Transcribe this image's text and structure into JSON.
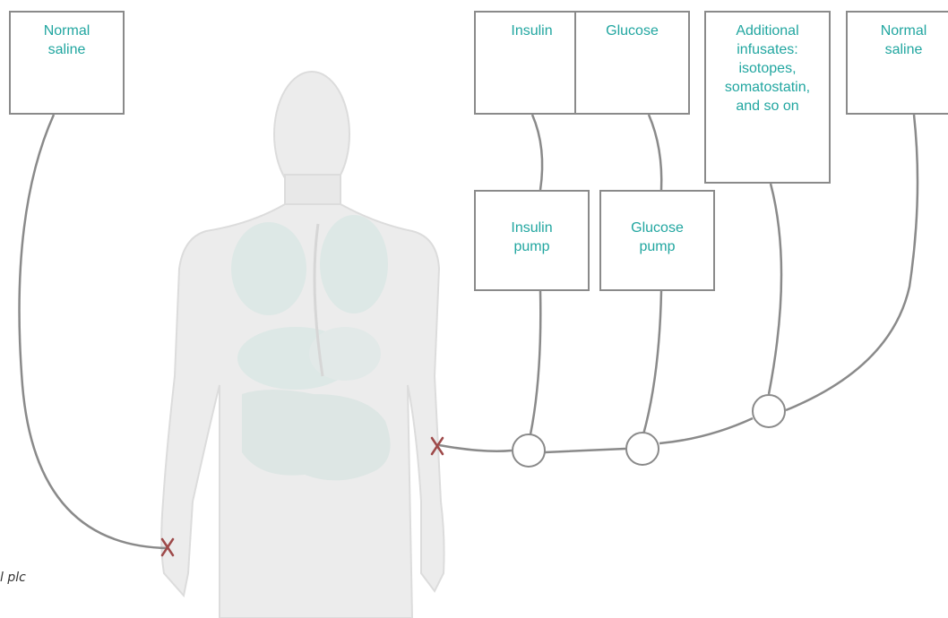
{
  "boxes": {
    "normal_saline_left": "Normal\nsaline",
    "insulin": "Insulin",
    "glucose": "Glucose",
    "additional_infusates": "Additional\ninfusates:\nisotopes,\nsomatostatin,\nand so on",
    "normal_saline_right": "Normal\nsaline",
    "insulin_pump": "Insulin\npump",
    "glucose_pump": "Glucose\npump"
  },
  "credit": "l plc",
  "colors": {
    "box_border": "#8a8a8a",
    "label_text": "#21a6a0",
    "line": "#8a8a8a",
    "catheter_mark": "#9e4a4a",
    "body_fill": "#ececec",
    "organ_fill": "#dde8e6"
  }
}
